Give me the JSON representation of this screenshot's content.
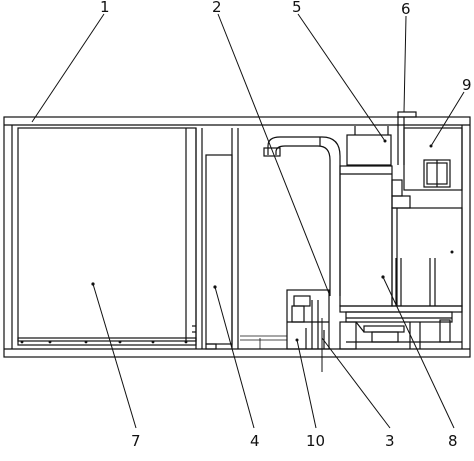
{
  "labels": {
    "l1": "1",
    "l2": "2",
    "l3": "3",
    "l4": "4",
    "l5": "5",
    "l6": "6",
    "l7": "7",
    "l8": "8",
    "l9": "9",
    "l10": "10"
  },
  "colors": {
    "line": "#111111",
    "background": "#ffffff"
  }
}
